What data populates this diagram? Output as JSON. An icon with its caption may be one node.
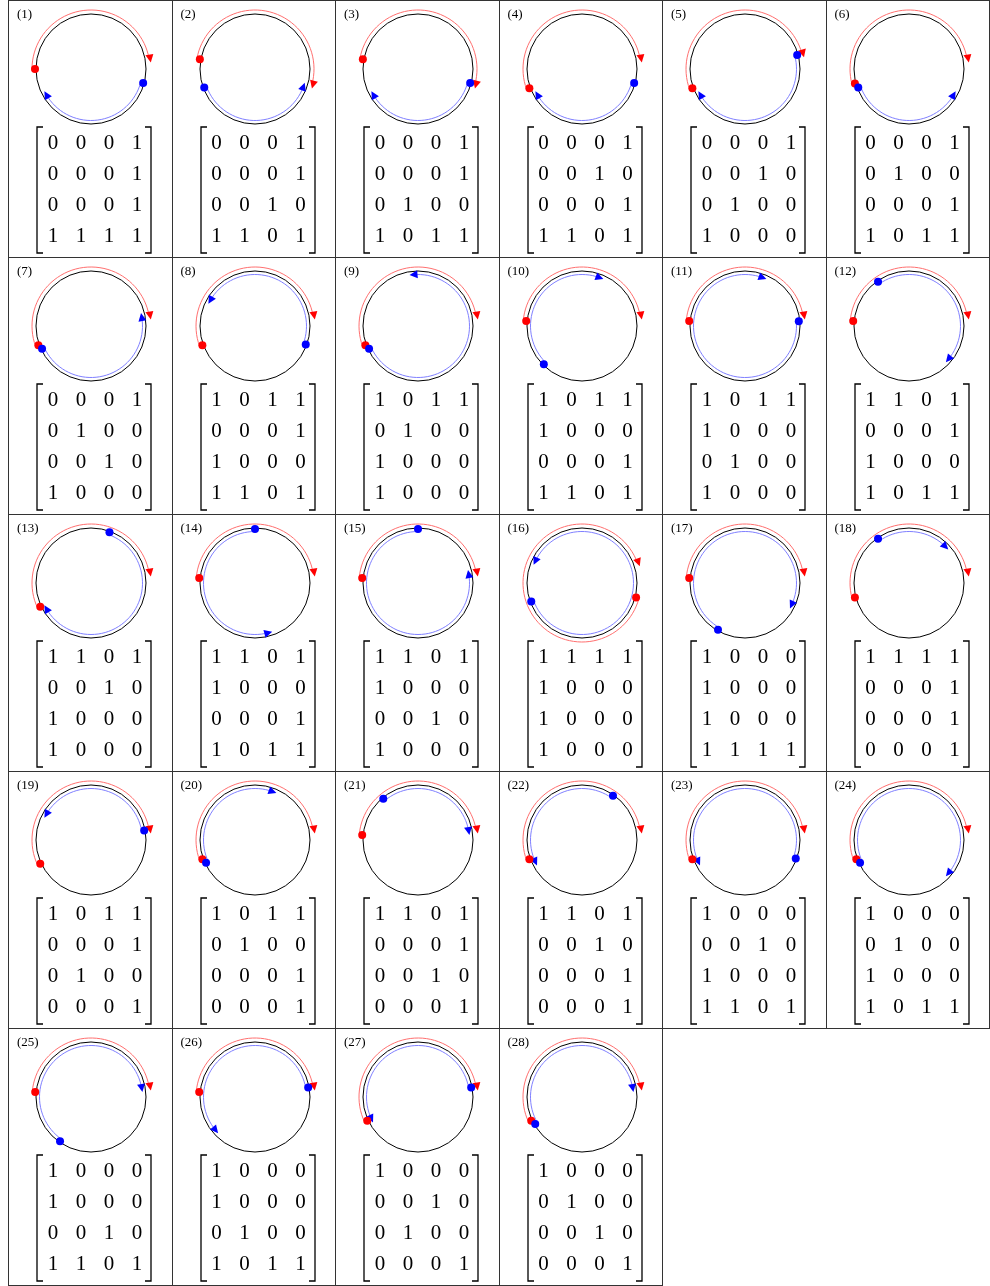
{
  "diagram": {
    "labels": [
      "(1)",
      "0",
      "0",
      "0",
      "1",
      "0",
      "0",
      "0",
      "1",
      "0",
      "0",
      "0",
      "1",
      "1",
      "1",
      "1",
      "1",
      "(2)",
      "0",
      "0",
      "0",
      "1",
      "0",
      "0",
      "0",
      "1",
      "0",
      "0",
      "1",
      "0",
      "1",
      "1",
      "0",
      "1",
      "(3)",
      "0",
      "0",
      "0",
      "1",
      "0",
      "0",
      "0",
      "1",
      "0",
      "1",
      "0",
      "0",
      "1",
      "0",
      "1",
      "1",
      "(4)",
      "0",
      "0",
      "0",
      "1",
      "0",
      "0",
      "1",
      "0",
      "0",
      "0",
      "0",
      "1",
      "1",
      "1",
      "0",
      "1",
      "(5)",
      "0",
      "0",
      "0",
      "1",
      "0",
      "0",
      "1",
      "0",
      "0",
      "1",
      "0",
      "0",
      "1",
      "0",
      "0",
      "0",
      "(6)",
      "0",
      "0",
      "0",
      "1",
      "0",
      "1",
      "0",
      "0",
      "0",
      "0",
      "0",
      "1",
      "1",
      "0",
      "1",
      "1",
      "(7)",
      "0",
      "0",
      "0",
      "1",
      "0",
      "1",
      "0",
      "0",
      "0",
      "0",
      "1",
      "0",
      "1",
      "0",
      "0",
      "0",
      "(8)",
      "1",
      "0",
      "1",
      "1",
      "0",
      "0",
      "0",
      "1",
      "1",
      "0",
      "0",
      "0",
      "1",
      "1",
      "0",
      "1",
      "(9)",
      "1",
      "0",
      "1",
      "1",
      "0",
      "1",
      "0",
      "0",
      "1",
      "0",
      "0",
      "0",
      "1",
      "0",
      "0",
      "0",
      "(10)",
      "1",
      "0",
      "1",
      "1",
      "1",
      "0",
      "0",
      "0",
      "0",
      "0",
      "0",
      "1",
      "1",
      "1",
      "0",
      "1",
      "(11)",
      "1",
      "0",
      "1",
      "1",
      "1",
      "0",
      "0",
      "0",
      "0",
      "1",
      "0",
      "0",
      "1",
      "0",
      "0",
      "0",
      "(12)",
      "1",
      "1",
      "0",
      "1",
      "0",
      "0",
      "0",
      "1",
      "1",
      "0",
      "0",
      "0",
      "1",
      "0",
      "1",
      "1",
      "(13)",
      "1",
      "1",
      "0",
      "1",
      "0",
      "0",
      "1",
      "0",
      "1",
      "0",
      "0",
      "0",
      "1",
      "0",
      "0",
      "0",
      "(14)",
      "1",
      "1",
      "0",
      "1",
      "1",
      "0",
      "0",
      "0",
      "0",
      "0",
      "0",
      "1",
      "1",
      "0",
      "1",
      "1",
      "(15)",
      "1",
      "1",
      "0",
      "1",
      "1",
      "0",
      "0",
      "0",
      "0",
      "0",
      "1",
      "0",
      "1",
      "0",
      "0",
      "0",
      "(16)",
      "1",
      "1",
      "1",
      "1",
      "1",
      "0",
      "0",
      "0",
      "1",
      "0",
      "0",
      "0",
      "1",
      "0",
      "0",
      "0",
      "(17)",
      "1",
      "0",
      "0",
      "0",
      "1",
      "0",
      "0",
      "0",
      "1",
      "0",
      "0",
      "0",
      "1",
      "1",
      "1",
      "1",
      "(18)",
      "1",
      "1",
      "1",
      "1",
      "0",
      "0",
      "0",
      "1",
      "0",
      "0",
      "0",
      "1",
      "0",
      "0",
      "0",
      "1",
      "(19)",
      "1",
      "0",
      "1",
      "1",
      "0",
      "0",
      "0",
      "1",
      "0",
      "1",
      "0",
      "0",
      "0",
      "0",
      "0",
      "1",
      "(20)",
      "1",
      "0",
      "1",
      "1",
      "0",
      "1",
      "0",
      "0",
      "0",
      "0",
      "0",
      "1",
      "0",
      "0",
      "0",
      "1",
      "(21)",
      "1",
      "1",
      "0",
      "1",
      "0",
      "0",
      "0",
      "1",
      "0",
      "0",
      "1",
      "0",
      "0",
      "0",
      "0",
      "1",
      "(22)",
      "1",
      "1",
      "0",
      "1",
      "0",
      "0",
      "1",
      "0",
      "0",
      "0",
      "0",
      "1",
      "0",
      "0",
      "0",
      "1",
      "(23)",
      "1",
      "0",
      "0",
      "0",
      "0",
      "0",
      "1",
      "0",
      "1",
      "0",
      "0",
      "0",
      "1",
      "1",
      "0",
      "1",
      "(24)",
      "1",
      "0",
      "0",
      "0",
      "0",
      "1",
      "0",
      "0",
      "1",
      "0",
      "0",
      "0",
      "1",
      "0",
      "1",
      "1",
      "(25)",
      "1",
      "0",
      "0",
      "0",
      "1",
      "0",
      "0",
      "0",
      "0",
      "0",
      "1",
      "0",
      "1",
      "1",
      "0",
      "1",
      "(26)",
      "1",
      "0",
      "0",
      "0",
      "1",
      "0",
      "0",
      "0",
      "0",
      "1",
      "0",
      "0",
      "1",
      "0",
      "1",
      "1",
      "(27)",
      "1",
      "0",
      "0",
      "0",
      "0",
      "0",
      "1",
      "0",
      "0",
      "1",
      "0",
      "0",
      "0",
      "0",
      "0",
      "1",
      "(28)",
      "1",
      "0",
      "0",
      "0",
      "0",
      "1",
      "0",
      "0",
      "0",
      "0",
      "1",
      "0",
      "0",
      "0",
      "0",
      "1"
    ]
  }
}
